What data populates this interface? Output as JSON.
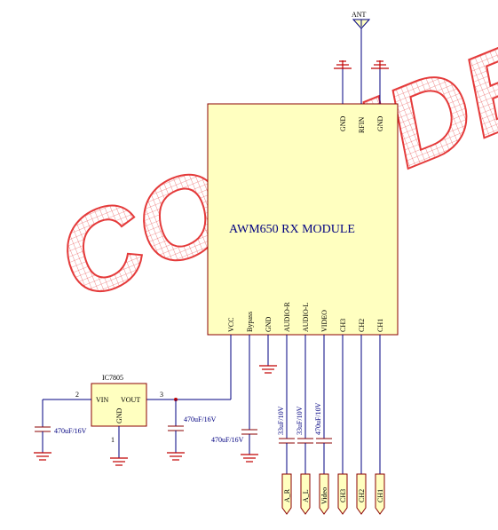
{
  "watermark": {
    "text": "CONFIDENTIAL",
    "color": "#e01818"
  },
  "module": {
    "title": "AWM650 RX MODULE",
    "fill": "#ffffc0",
    "top_pins": [
      "GND",
      "RFIN",
      "GND"
    ],
    "bottom_pins": [
      "VCC",
      "Bypass",
      "GND",
      "AUDIO-R",
      "AUDIO-L",
      "VIDEO",
      "CH3",
      "CH2",
      "CH1"
    ]
  },
  "antenna": {
    "label": "ANT"
  },
  "regulator": {
    "ref": "IC7805",
    "vin": "VIN",
    "vout": "VOUT",
    "gnd": "GND",
    "pin_in": "2",
    "pin_out": "3",
    "pin_gnd": "1"
  },
  "capacitors": {
    "c_in": "470uF/16V",
    "c_out": "470uF/16V",
    "c_bypass": "470uF/16V",
    "c_audio_r": "33uF/10V",
    "c_audio_l": "33uF/10V",
    "c_video": "470uF/10V"
  },
  "connectors": [
    "A_R",
    "A_L",
    "Video",
    "CH3",
    "CH2",
    "CH1"
  ]
}
